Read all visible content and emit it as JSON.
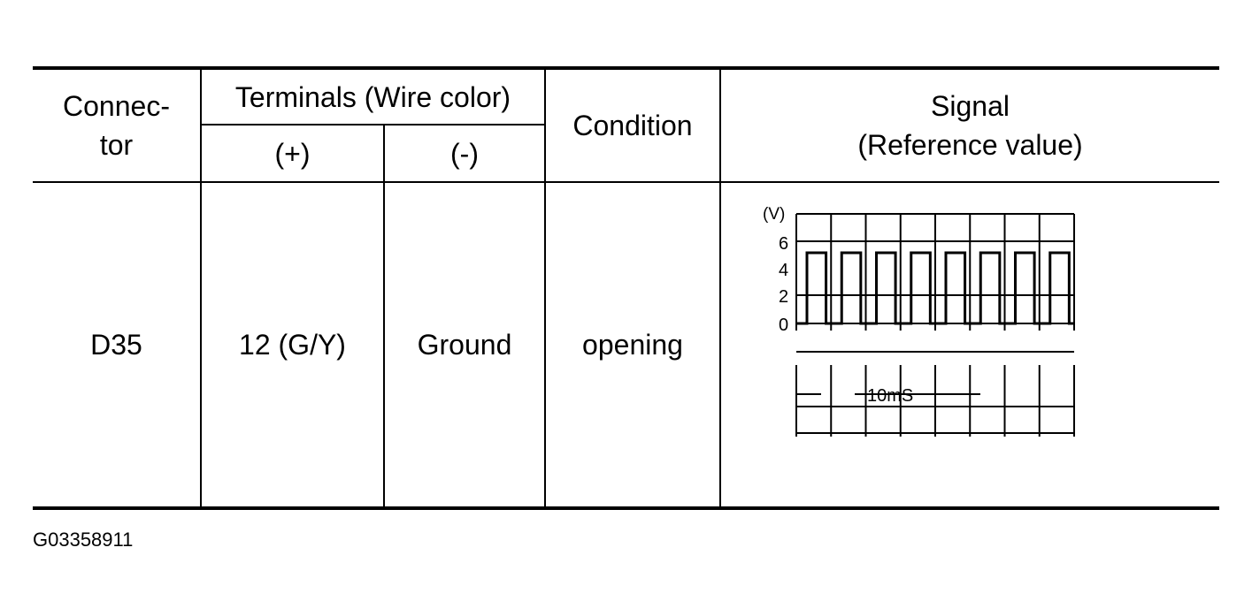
{
  "table": {
    "headers": {
      "connector": [
        "Connec-",
        "tor"
      ],
      "terminals": "Terminals (Wire color)",
      "plus": "(+)",
      "minus": "(-)",
      "condition": "Condition",
      "signal": [
        "Signal",
        "(Reference value)"
      ]
    },
    "row": {
      "connector": "D35",
      "plus": "12 (G/Y)",
      "minus": "Ground",
      "condition": "opening"
    }
  },
  "signal_plot": {
    "unit_label": "(V)",
    "y_ticks": [
      "6",
      "4",
      "2",
      "0"
    ],
    "time_label": "10mS",
    "pulse_count": 8
  },
  "figure_id": "G03358911"
}
